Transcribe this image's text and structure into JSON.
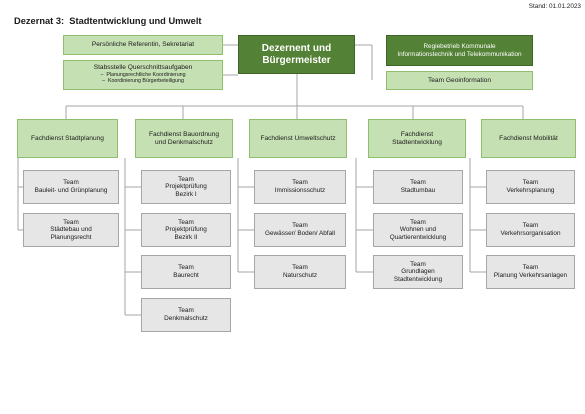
{
  "stand": "Stand: 01.01.2023",
  "title": "Dezernat 3:  Stadtentwicklung und Umwelt",
  "dezernent": "Dezernent und\nBürgermeister",
  "left_boxes": {
    "referentin": "Persönliche Referentin,  Sekretariat",
    "stabsstelle_title": "Stabsstelle Querschnittsaufgaben",
    "stabsstelle_items": [
      "Planungsrechtliche Koordinierung",
      "Koordinierung Bürgerbeteiligung"
    ]
  },
  "right_boxes": {
    "regiebetrieb": "Regiebetrieb  Kommunale\nInformationstechnik und Telekommunikation",
    "geoinformation": "Team  Geoinformation"
  },
  "departments": [
    {
      "name": "Fachdienst  Stadtplanung",
      "teams": [
        "Team\nBauleit- und Grünplanung",
        "Team\nStädtebau und\nPlanungsrecht"
      ]
    },
    {
      "name": "Fachdienst  Bauordnung\nund Denkmalschutz",
      "teams": [
        "Team\nProjektprüfung\nBezirk I",
        "Team\nProjektprüfung\nBezirk II",
        "Team\nBaurecht",
        "Team\nDenkmalschutz"
      ]
    },
    {
      "name": "Fachdienst  Umweltschutz",
      "teams": [
        "Team\nImmissionsschutz",
        "Team\nGewässer/ Boden/  Abfall",
        "Team\nNaturschutz"
      ]
    },
    {
      "name": "Fachdienst\nStadtentwicklung",
      "teams": [
        "Team\nStadtumbau",
        "Team\nWohnen und\nQuartierentwicklung",
        "Team\nGrundlagen\nStadtentwicklung"
      ]
    },
    {
      "name": "Fachdienst  Mobilität",
      "teams": [
        "Team\nVerkehrsplanung",
        "Team\nVerkehrsorganisation",
        "Team\nPlanung  Verkehrsanlagen"
      ]
    }
  ]
}
